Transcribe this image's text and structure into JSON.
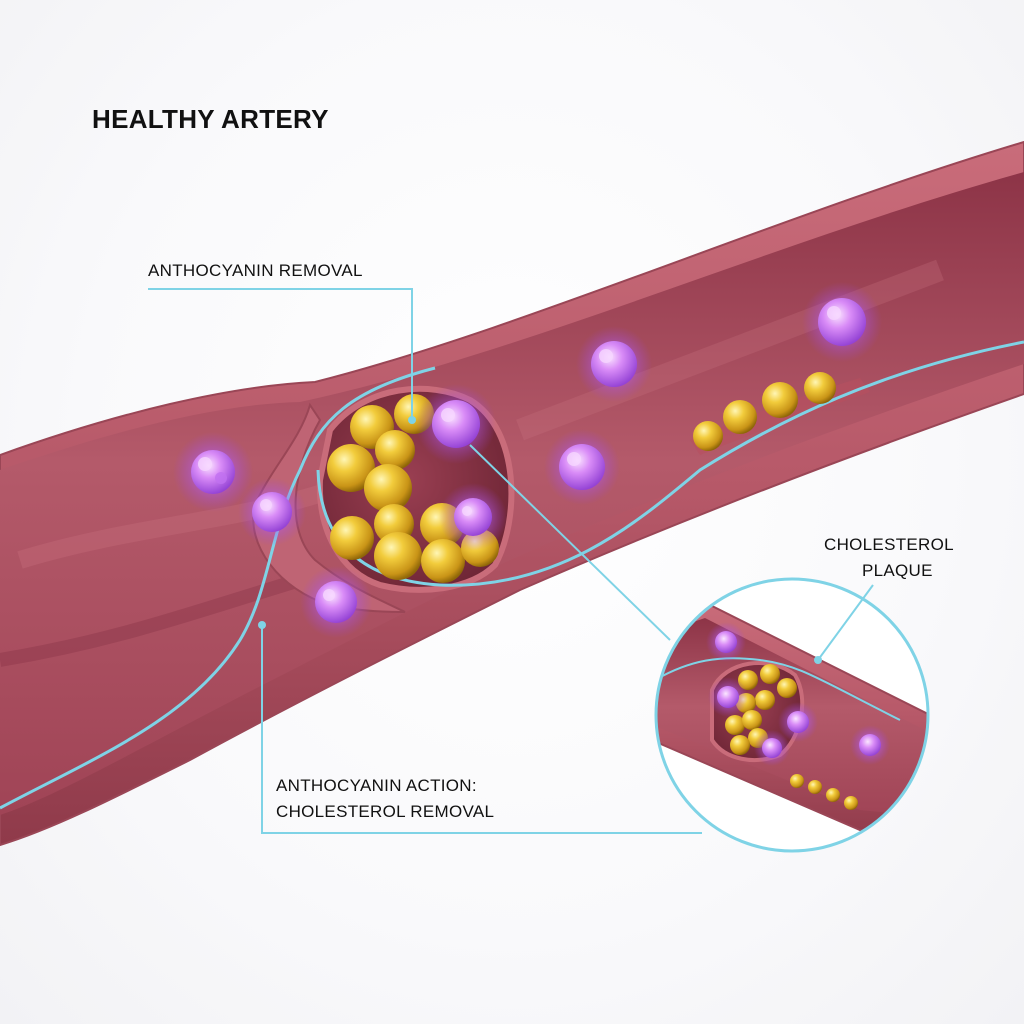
{
  "title": "HEALTHY ARTERY",
  "labels": {
    "anthocyanin_removal": "ANTHOCYANIN REMOVAL",
    "cholesterol_plaque_line1": "CHOLESTEROL",
    "cholesterol_plaque_line2": "PLAQUE",
    "anthocyanin_action_line1": "ANTHOCYANIN ACTION:",
    "anthocyanin_action_line2": "CHOLESTEROL REMOVAL"
  },
  "colors": {
    "artery_wall": "#b65868",
    "artery_lumen": "#a94a5c",
    "cholesterol": "#e8b92c",
    "anthocyanin": "#b05ae6",
    "leader_line": "#7fd3e6",
    "text": "#111111"
  },
  "icons": {
    "cholesterol_particle": "yellow-sphere",
    "anthocyanin_molecule": "purple-crystal-cluster"
  }
}
